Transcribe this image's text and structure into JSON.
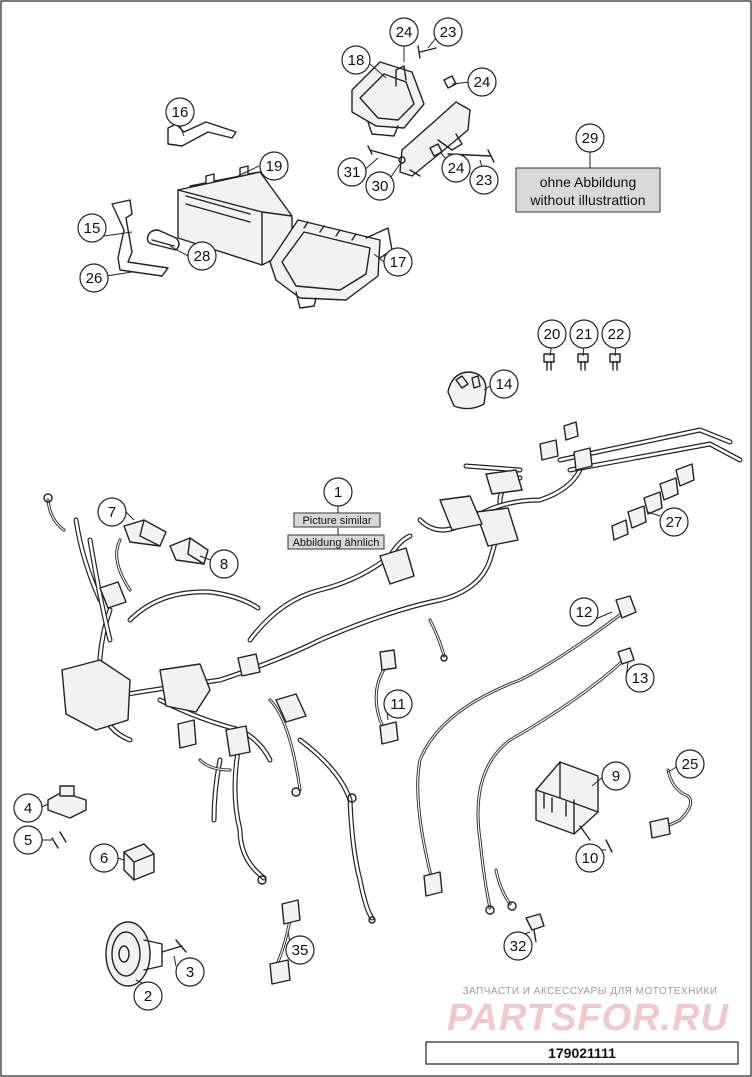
{
  "callouts": [
    {
      "num": "1"
    },
    {
      "num": "2"
    },
    {
      "num": "3"
    },
    {
      "num": "4"
    },
    {
      "num": "5"
    },
    {
      "num": "6"
    },
    {
      "num": "7"
    },
    {
      "num": "8"
    },
    {
      "num": "9"
    },
    {
      "num": "10"
    },
    {
      "num": "11"
    },
    {
      "num": "12"
    },
    {
      "num": "13"
    },
    {
      "num": "14"
    },
    {
      "num": "15"
    },
    {
      "num": "16"
    },
    {
      "num": "17"
    },
    {
      "num": "18"
    },
    {
      "num": "19"
    },
    {
      "num": "20"
    },
    {
      "num": "21"
    },
    {
      "num": "22"
    },
    {
      "num": "23"
    },
    {
      "num": "23"
    },
    {
      "num": "24"
    },
    {
      "num": "24"
    },
    {
      "num": "24"
    },
    {
      "num": "25"
    },
    {
      "num": "26"
    },
    {
      "num": "27"
    },
    {
      "num": "28"
    },
    {
      "num": "29"
    },
    {
      "num": "30"
    },
    {
      "num": "31"
    },
    {
      "num": "32"
    },
    {
      "num": "35"
    }
  ],
  "labels": {
    "picture_similar": "Picture similar",
    "abbildung_aehnlich": "Abbildung ähnlich",
    "ohne_abbildung": "ohne Abbildung",
    "without_illustration": "without illustrattion"
  },
  "watermark": {
    "line1": "ЗАПЧАСТИ И АКСЕССУАРЫ ДЛЯ МОТОТЕХНИКИ",
    "line2": "PARTSFOR.RU"
  },
  "document_number": "179021111",
  "colors": {
    "line": "#222222",
    "label_box": "#d9d9d9",
    "watermark_text": "#f0c9cc"
  }
}
